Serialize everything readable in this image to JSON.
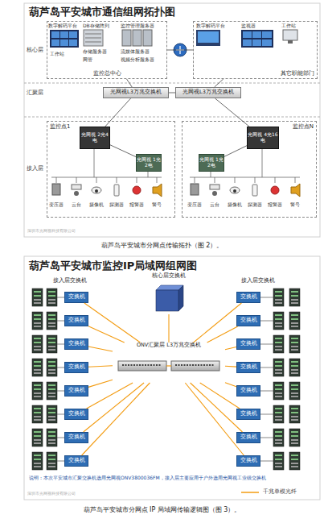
{
  "diagram": {
    "title": "葫芦岛平安城市通信组网拓扑图",
    "caption": "葫芦岛平安城市分网点传输拓扑（图 2）。",
    "nodes": [
      {
        "text": [
          "监控总中心"
        ]
      },
      {
        "text": [
          "其它职能部门"
        ]
      },
      {
        "text": [
          "光网视L3万兆交换机"
        ]
      },
      {
        "text": [
          "光网视L3万兆交换机"
        ]
      },
      {
        "text": [
          "监控点1"
        ]
      },
      {
        "text": [
          "监控点N"
        ]
      },
      {
        "text": [
          "光网视 2光4电"
        ],
        "in": 4
      },
      {
        "text": [
          "光网视 1光2电"
        ],
        "in": 4
      },
      {
        "text": [
          "光网视 4光16电"
        ],
        "in": 5
      },
      {
        "text": [
          "光网视 1光2电"
        ],
        "in": 5
      },
      {
        "text": [
          "核心层交换机"
        ]
      },
      {
        "text": [
          "ONV汇聚层 L3万兆交换机"
        ]
      },
      {
        "text": [
          "交换机"
        ]
      },
      {
        "text": [
          "交换机"
        ]
      },
      {
        "text": [
          "交换机"
        ]
      },
      {
        "text": [
          "交换机"
        ]
      },
      {
        "text": [
          "交换机"
        ]
      },
      {
        "text": [
          "交换机"
        ]
      },
      {
        "text": [
          "交换机"
        ]
      },
      {
        "text": [
          "交换机"
        ]
      },
      {
        "text": [
          "交换机"
        ]
      },
      {
        "text": [
          "交换机"
        ]
      },
      {
        "text": [
          "交换机"
        ]
      },
      {
        "text": [
          "交换机"
        ]
      },
      {
        "text": [
          "交换机"
        ]
      },
      {
        "text": [
          "交换机"
        ]
      },
      {
        "text": [
          "交换机"
        ]
      },
      {
        "text": [
          "交换机"
        ]
      }
    ],
    "edges": [
      {
        "from": 0,
        "to": 1,
        "arrow": "none"
      },
      {
        "from": 0,
        "to": 2,
        "arrow": "none"
      },
      {
        "from": 1,
        "to": 3,
        "arrow": "none"
      },
      {
        "from": 2,
        "to": 3,
        "arrow": "none"
      },
      {
        "from": 2,
        "to": 6,
        "arrow": "none"
      },
      {
        "from": 3,
        "to": 8,
        "arrow": "none"
      },
      {
        "from": 6,
        "to": 7,
        "arrow": "none"
      },
      {
        "from": 8,
        "to": 9,
        "arrow": "none"
      },
      {
        "from": 10,
        "to": 11,
        "arrow": "none"
      },
      {
        "from": 12,
        "to": 11,
        "arrow": "none"
      },
      {
        "from": 13,
        "to": 11,
        "arrow": "none"
      },
      {
        "from": 14,
        "to": 11,
        "arrow": "none"
      },
      {
        "from": 15,
        "to": 11,
        "arrow": "none"
      },
      {
        "from": 16,
        "to": 11,
        "arrow": "none"
      },
      {
        "from": 17,
        "to": 11,
        "arrow": "none"
      },
      {
        "from": 18,
        "to": 11,
        "arrow": "none"
      },
      {
        "from": 19,
        "to": 11,
        "arrow": "none"
      },
      {
        "from": 20,
        "to": 11,
        "arrow": "none"
      },
      {
        "from": 21,
        "to": 11,
        "arrow": "none"
      },
      {
        "from": 22,
        "to": 11,
        "arrow": "none"
      },
      {
        "from": 23,
        "to": 11,
        "arrow": "none"
      },
      {
        "from": 24,
        "to": 11,
        "arrow": "none"
      },
      {
        "from": 25,
        "to": 11,
        "arrow": "none"
      },
      {
        "from": 26,
        "to": 11,
        "arrow": "none"
      },
      {
        "from": 27,
        "to": 11,
        "arrow": "none"
      }
    ],
    "labels": [
      "核心层",
      "汇聚层",
      "接入层",
      "数字解码平台",
      "工作站",
      "DB存储阵列",
      "监控管理服务器",
      "存储服务器",
      "流媒体服务器",
      "网管",
      "视频分析服务器",
      "数字解码平台",
      "监视器",
      "工作站",
      "变压器",
      "云台",
      "摄像机",
      "探测器",
      "报警器",
      "警号",
      "变压器",
      "云台",
      "摄像机",
      "探测器",
      "报警器",
      "警号",
      "深圳市光网视科技有限公司",
      "葫芦岛平安城市监控IP局域网组网图",
      "接入层交换机",
      "接入层交换机",
      "说明：本次平安城市汇聚交换机选用光网视ONV3800036FM，接入层主要应用于户外选用光网视工业级交换机",
      "深圳市光网视科技有限公司",
      "葫芦岛平安城市分网点 IP 局域网传输逻辑图（图 3）。"
    ],
    "legend": [
      {
        "text": "千兆单模光纤"
      }
    ]
  }
}
